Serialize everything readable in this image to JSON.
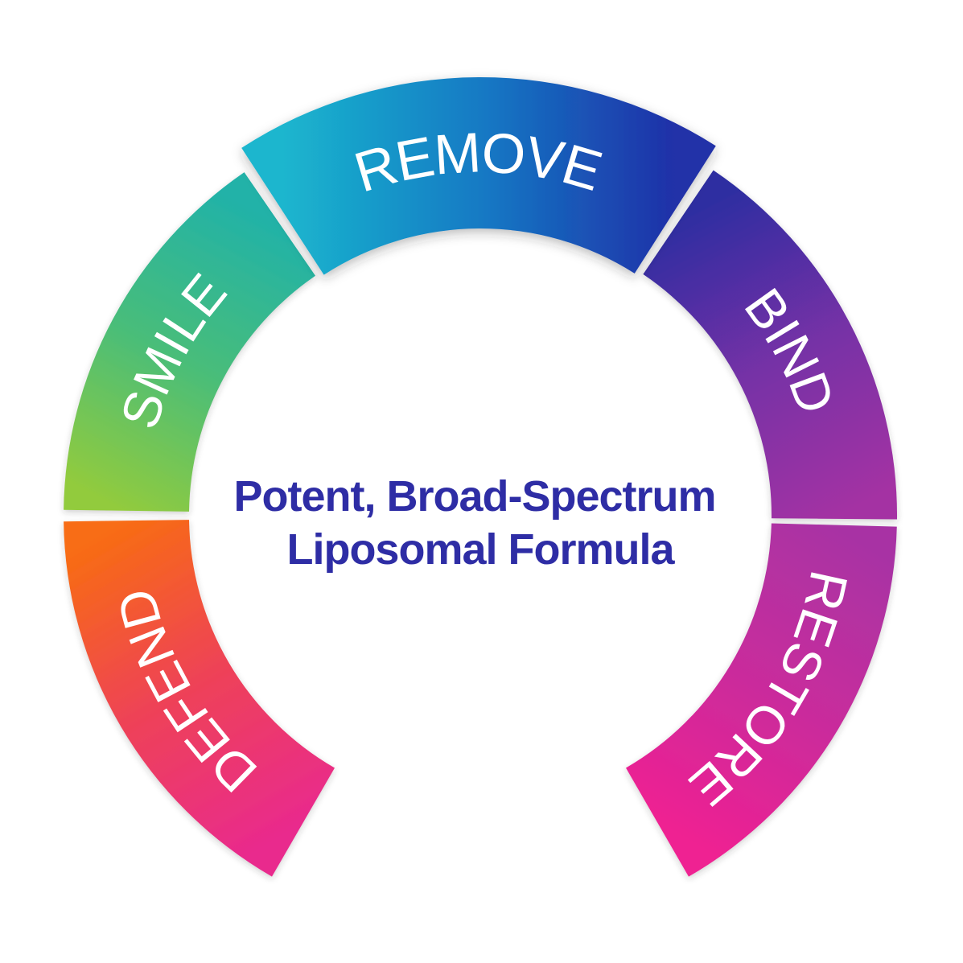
{
  "diagram": {
    "center_text": {
      "line1": "Potent, Broad-Spectrum",
      "line2": "Liposomal Formula"
    },
    "segments": [
      {
        "id": "remove",
        "label": "REMOVE"
      },
      {
        "id": "bind",
        "label": "BIND"
      },
      {
        "id": "restore",
        "label": "RESTORE"
      },
      {
        "id": "defend",
        "label": "DEFEND"
      },
      {
        "id": "smile",
        "label": "SMILE"
      }
    ],
    "colors": {
      "background": "#ffffff",
      "center_text": "#2e2da5",
      "label_text": "#ffffff",
      "remove_start": "#1bb6ce",
      "remove_mid": "#1478c4",
      "remove_end": "#2030a8",
      "bind_start": "#2f2ea1",
      "bind_mid": "#7530a6",
      "bind_end": "#a433a3",
      "restore_start": "#a833a4",
      "restore_mid": "#c92c9c",
      "restore_end": "#ef2092",
      "defend_start": "#f86d12",
      "defend_mid": "#ee4257",
      "defend_end": "#e92a8d",
      "smile_start": "#92cb3d",
      "smile_mid": "#48bd7a",
      "smile_end": "#21b2a8"
    }
  }
}
